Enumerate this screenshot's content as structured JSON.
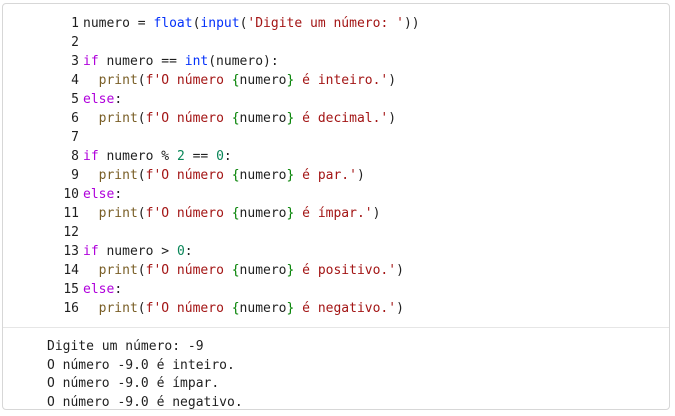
{
  "code": {
    "lines": [
      {
        "n": "1",
        "tokens": [
          {
            "t": "numero",
            "c": "tok-op"
          },
          {
            "t": " = ",
            "c": "tok-op"
          },
          {
            "t": "float",
            "c": "tok-pn"
          },
          {
            "t": "(",
            "c": "tok-op"
          },
          {
            "t": "input",
            "c": "tok-pn"
          },
          {
            "t": "(",
            "c": "tok-op"
          },
          {
            "t": "'Digite um número: '",
            "c": "tok-str"
          },
          {
            "t": "))",
            "c": "tok-op"
          }
        ]
      },
      {
        "n": "2",
        "tokens": []
      },
      {
        "n": "3",
        "tokens": [
          {
            "t": "if",
            "c": "tok-kw"
          },
          {
            "t": " numero == ",
            "c": "tok-op"
          },
          {
            "t": "int",
            "c": "tok-pn"
          },
          {
            "t": "(numero):",
            "c": "tok-op"
          }
        ]
      },
      {
        "n": "4",
        "tokens": [
          {
            "t": "  print",
            "c": "tok-fn"
          },
          {
            "t": "(",
            "c": "tok-op"
          },
          {
            "t": "f'O número ",
            "c": "tok-str"
          },
          {
            "t": "{",
            "c": "tok-sb"
          },
          {
            "t": "numero",
            "c": "tok-op"
          },
          {
            "t": "}",
            "c": "tok-sb"
          },
          {
            "t": " é inteiro.'",
            "c": "tok-str"
          },
          {
            "t": ")",
            "c": "tok-op"
          }
        ]
      },
      {
        "n": "5",
        "tokens": [
          {
            "t": "else",
            "c": "tok-kw"
          },
          {
            "t": ":",
            "c": "tok-op"
          }
        ]
      },
      {
        "n": "6",
        "tokens": [
          {
            "t": "  print",
            "c": "tok-fn"
          },
          {
            "t": "(",
            "c": "tok-op"
          },
          {
            "t": "f'O número ",
            "c": "tok-str"
          },
          {
            "t": "{",
            "c": "tok-sb"
          },
          {
            "t": "numero",
            "c": "tok-op"
          },
          {
            "t": "}",
            "c": "tok-sb"
          },
          {
            "t": " é decimal.'",
            "c": "tok-str"
          },
          {
            "t": ")",
            "c": "tok-op"
          }
        ]
      },
      {
        "n": "7",
        "tokens": []
      },
      {
        "n": "8",
        "tokens": [
          {
            "t": "if",
            "c": "tok-kw"
          },
          {
            "t": " numero % ",
            "c": "tok-op"
          },
          {
            "t": "2",
            "c": "tok-num"
          },
          {
            "t": " == ",
            "c": "tok-op"
          },
          {
            "t": "0",
            "c": "tok-num"
          },
          {
            "t": ":",
            "c": "tok-op"
          }
        ]
      },
      {
        "n": "9",
        "tokens": [
          {
            "t": "  print",
            "c": "tok-fn"
          },
          {
            "t": "(",
            "c": "tok-op"
          },
          {
            "t": "f'O número ",
            "c": "tok-str"
          },
          {
            "t": "{",
            "c": "tok-sb"
          },
          {
            "t": "numero",
            "c": "tok-op"
          },
          {
            "t": "}",
            "c": "tok-sb"
          },
          {
            "t": " é par.'",
            "c": "tok-str"
          },
          {
            "t": ")",
            "c": "tok-op"
          }
        ]
      },
      {
        "n": "10",
        "tokens": [
          {
            "t": "else",
            "c": "tok-kw"
          },
          {
            "t": ":",
            "c": "tok-op"
          }
        ]
      },
      {
        "n": "11",
        "tokens": [
          {
            "t": "  print",
            "c": "tok-fn"
          },
          {
            "t": "(",
            "c": "tok-op"
          },
          {
            "t": "f'O número ",
            "c": "tok-str"
          },
          {
            "t": "{",
            "c": "tok-sb"
          },
          {
            "t": "numero",
            "c": "tok-op"
          },
          {
            "t": "}",
            "c": "tok-sb"
          },
          {
            "t": " é ímpar.'",
            "c": "tok-str"
          },
          {
            "t": ")",
            "c": "tok-op"
          }
        ]
      },
      {
        "n": "12",
        "tokens": []
      },
      {
        "n": "13",
        "tokens": [
          {
            "t": "if",
            "c": "tok-kw"
          },
          {
            "t": " numero > ",
            "c": "tok-op"
          },
          {
            "t": "0",
            "c": "tok-num"
          },
          {
            "t": ":",
            "c": "tok-op"
          }
        ]
      },
      {
        "n": "14",
        "tokens": [
          {
            "t": "  print",
            "c": "tok-fn"
          },
          {
            "t": "(",
            "c": "tok-op"
          },
          {
            "t": "f'O número ",
            "c": "tok-str"
          },
          {
            "t": "{",
            "c": "tok-sb"
          },
          {
            "t": "numero",
            "c": "tok-op"
          },
          {
            "t": "}",
            "c": "tok-sb"
          },
          {
            "t": " é positivo.'",
            "c": "tok-str"
          },
          {
            "t": ")",
            "c": "tok-op"
          }
        ]
      },
      {
        "n": "15",
        "tokens": [
          {
            "t": "else",
            "c": "tok-kw"
          },
          {
            "t": ":",
            "c": "tok-op"
          }
        ]
      },
      {
        "n": "16",
        "tokens": [
          {
            "t": "  print",
            "c": "tok-fn"
          },
          {
            "t": "(",
            "c": "tok-op"
          },
          {
            "t": "f'O número ",
            "c": "tok-str"
          },
          {
            "t": "{",
            "c": "tok-sb"
          },
          {
            "t": "numero",
            "c": "tok-op"
          },
          {
            "t": "}",
            "c": "tok-sb"
          },
          {
            "t": " é negativo.'",
            "c": "tok-str"
          },
          {
            "t": ")",
            "c": "tok-op"
          }
        ]
      }
    ]
  },
  "output": {
    "lines": [
      "Digite um número: -9",
      "O número -9.0 é inteiro.",
      "O número -9.0 é ímpar.",
      "O número -9.0 é negativo."
    ]
  },
  "colors": {
    "keyword": "#af00db",
    "function": "#795e26",
    "string": "#a31515",
    "number": "#098658",
    "builtin": "#0431fa",
    "fstring_brace": "#008000"
  }
}
